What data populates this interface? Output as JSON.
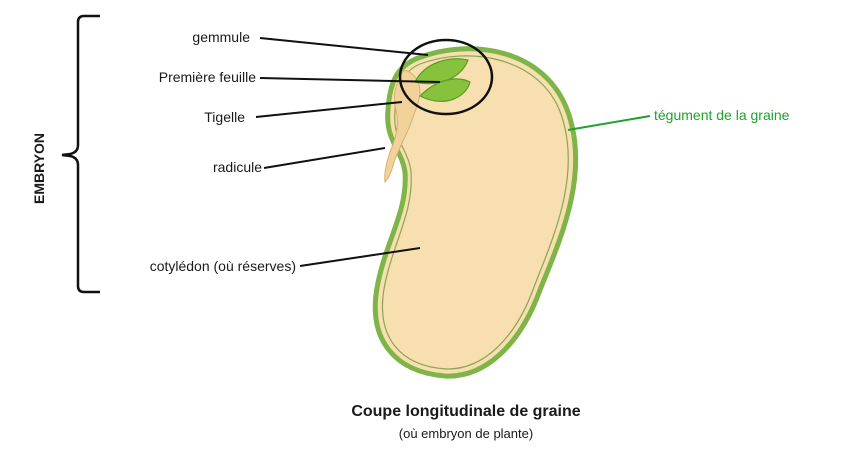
{
  "labels": {
    "gemmule": "gemmule",
    "premiere_feuille": "Première feuille",
    "tigelle": "Tigelle",
    "radicule": "radicule",
    "cotyledon": "cotylédon (où réserves)",
    "tegument": "tégument de la graine"
  },
  "side_label": "EMBRYON",
  "caption": {
    "title": "Coupe longitudinale de graine",
    "subtitle": "(où embryon de plante)"
  },
  "colors": {
    "seed_fill": "#f7dfb0",
    "seed_coat": "#7fb449",
    "seed_coat_dark": "#5b8d2e",
    "leaf": "#86c23c",
    "tegument_label": "#1fa22e",
    "embryo_axis": "#f1d29a"
  }
}
